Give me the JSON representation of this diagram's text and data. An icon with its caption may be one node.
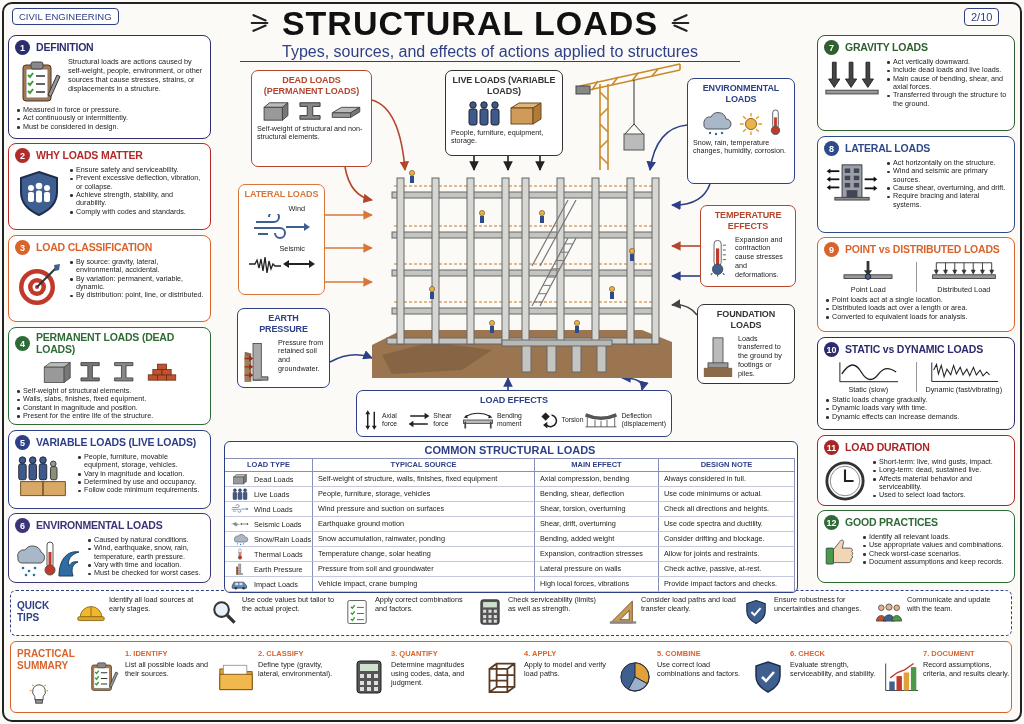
{
  "diagram": {
    "title": "STRUCTURAL LOADS",
    "nodes": [
      {
        "text": [
          "1",
          "DEFINITION",
          "Structural loads are actions caused by self-weight, people, environment, or other sources that cause stresses, strains, or displacements in a structure.",
          "Measured in force or pressure.",
          "Act continuously or intermittently.",
          "Must be considered in design."
        ]
      },
      {
        "text": [
          "2",
          "WHY LOADS MATTER",
          "Ensure safety and serviceability.",
          "Prevent excessive deflection, vibration, or collapse.",
          "Achieve strength, stability, and durability.",
          "Comply with codes and standards."
        ]
      },
      {
        "text": [
          "3",
          "LOAD CLASSIFICATION",
          "By source: gravity, lateral, environmental, accidental.",
          "By variation: permanent, variable, dynamic.",
          "By distribution: point, line, or distributed."
        ]
      },
      {
        "text": [
          "4",
          "PERMANENT LOADS (DEAD LOADS)",
          "Self-weight of structural elements.",
          "Walls, slabs, finishes, fixed equipment.",
          "Constant in magnitude and position.",
          "Present for the entire life of the structure."
        ]
      },
      {
        "text": [
          "5",
          "VARIABLE LOADS (LIVE LOADS)",
          "People, furniture, movable equipment, storage, vehicles.",
          "Vary in magnitude and location.",
          "Determined by use and occupancy.",
          "Follow code minimum requirements."
        ]
      },
      {
        "text": [
          "6",
          "ENVIRONMENTAL LOADS",
          "Caused by natural conditions.",
          "Wind, earthquake, snow, rain, temperature, earth pressure.",
          "Vary with time and location.",
          "Must be checked for worst cases."
        ]
      },
      {
        "text": [
          "7",
          "GRAVITY LOADS",
          "Act vertically downward.",
          "Include dead loads and live loads.",
          "Main cause of bending, shear, and axial forces.",
          "Transferred through the structure to the ground."
        ]
      },
      {
        "text": [
          "8",
          "LATERAL LOADS",
          "Act horizontally on the structure.",
          "Wind and seismic are primary sources.",
          "Cause shear, overturning, and drift.",
          "Require bracing and lateral systems."
        ]
      },
      {
        "text": [
          "9",
          "POINT vs DISTRIBUTED LOADS",
          "Point Load",
          "Distributed Load",
          "Point loads act at a single location.",
          "Distributed loads act over a length or area.",
          "Converted to equivalent loads for analysis."
        ]
      },
      {
        "text": [
          "10",
          "STATIC vs DYNAMIC LOADS",
          "Static (slow)",
          "Dynamic (fast/vibrating)",
          "Static loads change gradually.",
          "Dynamic loads vary with time.",
          "Dynamic effects can increase demands."
        ]
      },
      {
        "text": [
          "11",
          "LOAD DURATION",
          "Short-term: live, wind gusts, impact.",
          "Long-term: dead, sustained live.",
          "Affects material behavior and serviceability.",
          "Used to select load factors."
        ]
      },
      {
        "text": [
          "12",
          "GOOD PRACTICES",
          "Identify all relevant loads.",
          "Use appropriate values and combinations.",
          "Check worst-case scenarios.",
          "Document assumptions and keep records."
        ]
      },
      {
        "text": [
          "DEAD LOADS (PERMANENT LOADS)",
          "Self-weight of structural and non-structural elements."
        ]
      },
      {
        "text": [
          "LIVE LOADS (VARIABLE LOADS)",
          "People, furniture, equipment, storage."
        ]
      },
      {
        "text": [
          "ENVIRONMENTAL LOADS",
          "Snow, rain, temperature changes, humidity, corrosion."
        ]
      },
      {
        "text": [
          "LATERAL LOADS",
          "Wind",
          "Seismic"
        ]
      },
      {
        "text": [
          "TEMPERATURE EFFECTS",
          "Expansion and contraction cause stresses and deformations."
        ]
      },
      {
        "text": [
          "EARTH PRESSURE",
          "Pressure from retained soil and groundwater."
        ]
      },
      {
        "text": [
          "FOUNDATION LOADS",
          "Loads transferred to the ground by footings or piles."
        ]
      },
      {
        "text": [
          "LOAD EFFECTS",
          "Axial force",
          "Shear force",
          "Bending moment",
          "Torsion",
          "Deflection (displacement)"
        ]
      },
      {
        "text": [],
        "shape": "picture"
      },
      {
        "text": [
          "QUICK TIPS",
          "Identify all load sources at early stages.",
          "Use code values but tailor to the actual project.",
          "Apply correct combinations and factors.",
          "Check serviceability (limits) as well as strength.",
          "Consider load paths and load transfer clearly.",
          "Ensure robustness for uncertainties and changes.",
          "Communicate and update with the team."
        ]
      },
      {
        "text": [
          "PRACTICAL SUMMARY",
          "1. IDENTIFY",
          "List all possible loads and their sources.",
          "2. CLASSIFY",
          "Define type (gravity, lateral, environmental).",
          "3. QUANTIFY",
          "Determine magnitudes using codes, data, and judgment.",
          "4. APPLY",
          "Apply to model and verify load paths.",
          "5. COMBINE",
          "Use correct load combinations and factors.",
          "6. CHECK",
          "Evaluate strength, serviceability, and stability.",
          "7. DOCUMENT",
          "Record assumptions, criteria, and results clearly."
        ]
      }
    ],
    "edges": [
      {
        "from": 12,
        "to": 20,
        "arrow": "to",
        "color": "#b5462e"
      },
      {
        "from": 12,
        "to": 20,
        "arrow": "to",
        "color": "#b5462e"
      },
      {
        "from": 13,
        "to": 20,
        "arrow": "to",
        "color": "#222222"
      },
      {
        "from": 13,
        "to": 20,
        "arrow": "to",
        "color": "#222222"
      },
      {
        "from": 13,
        "to": 20,
        "arrow": "to",
        "color": "#222222"
      },
      {
        "from": 14,
        "to": 20,
        "arrow": "to"
      },
      {
        "from": 14,
        "to": 20,
        "arrow": "to"
      },
      {
        "from": 15,
        "to": 20,
        "arrow": "to",
        "color": "#d9773a"
      },
      {
        "from": 15,
        "to": 20,
        "arrow": "to",
        "color": "#d9773a"
      },
      {
        "from": 15,
        "to": 20,
        "arrow": "to",
        "color": "#d9773a"
      },
      {
        "from": 16,
        "to": 20,
        "arrow": "to",
        "color": "#b5462e"
      },
      {
        "from": 16,
        "to": 20,
        "arrow": "to"
      },
      {
        "from": 18,
        "to": 20,
        "arrow": "to",
        "color": "#444444"
      },
      {
        "from": 17,
        "to": 20,
        "arrow": "to"
      },
      {
        "from": 19,
        "to": 20,
        "arrow": "to"
      },
      {
        "from": 19,
        "to": 20,
        "arrow": "both"
      }
    ],
    "labels": [
      "CIVIL ENGINEERING",
      "2/10",
      "Types, sources, and effects of actions applied to structures",
      "COMMON STRUCTURAL LOADS",
      "LOAD TYPE",
      "TYPICAL SOURCE",
      "MAIN EFFECT",
      "DESIGN NOTE",
      "Dead Loads",
      "Self-weight of structure, walls, finishes, fixed equipment",
      "Axial compression, bending",
      "Always considered in full.",
      "Live Loads",
      "People, furniture, storage, vehicles",
      "Bending, shear, deflection",
      "Use code minimums or actual.",
      "Wind Loads",
      "Wind pressure and suction on surfaces",
      "Shear, torsion, overturning",
      "Check all directions and heights.",
      "Seismic Loads",
      "Earthquake ground motion",
      "Shear, drift, overturning",
      "Use code spectra and ductility.",
      "Snow/Rain Loads",
      "Snow accumulation, rainwater, ponding",
      "Bending, added weight",
      "Consider drifting and blockage.",
      "Thermal Loads",
      "Temperature change, solar heating",
      "Expansion, contraction stresses",
      "Allow for joints and restraints.",
      "Earth Pressure",
      "Pressure from soil and groundwater",
      "Lateral pressure on walls",
      "Check active, passive, at-rest.",
      "Impact Loads",
      "Vehicle impact, crane bumping",
      "High local forces, vibrations",
      "Provide impact factors and checks."
    ]
  }
}
